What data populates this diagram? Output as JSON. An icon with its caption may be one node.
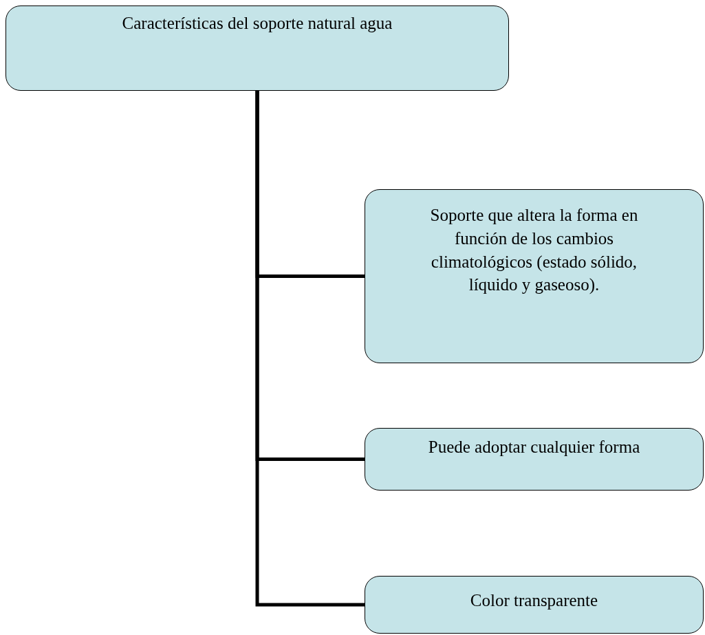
{
  "diagram": {
    "nodes": [
      {
        "text": [
          "Características del soporte natural agua"
        ]
      },
      {
        "text": [
          "Soporte que altera la forma en función de los cambios climatológicos (estado sólido, líquido y gaseoso)."
        ]
      },
      {
        "text": [
          "Puede adoptar cualquier forma"
        ]
      },
      {
        "text": [
          "Color transparente"
        ]
      }
    ],
    "edges": [
      {
        "from": 0,
        "to": 1,
        "arrow": "none"
      },
      {
        "from": 0,
        "to": 2,
        "arrow": "none"
      },
      {
        "from": 0,
        "to": 3,
        "arrow": "none"
      }
    ]
  }
}
